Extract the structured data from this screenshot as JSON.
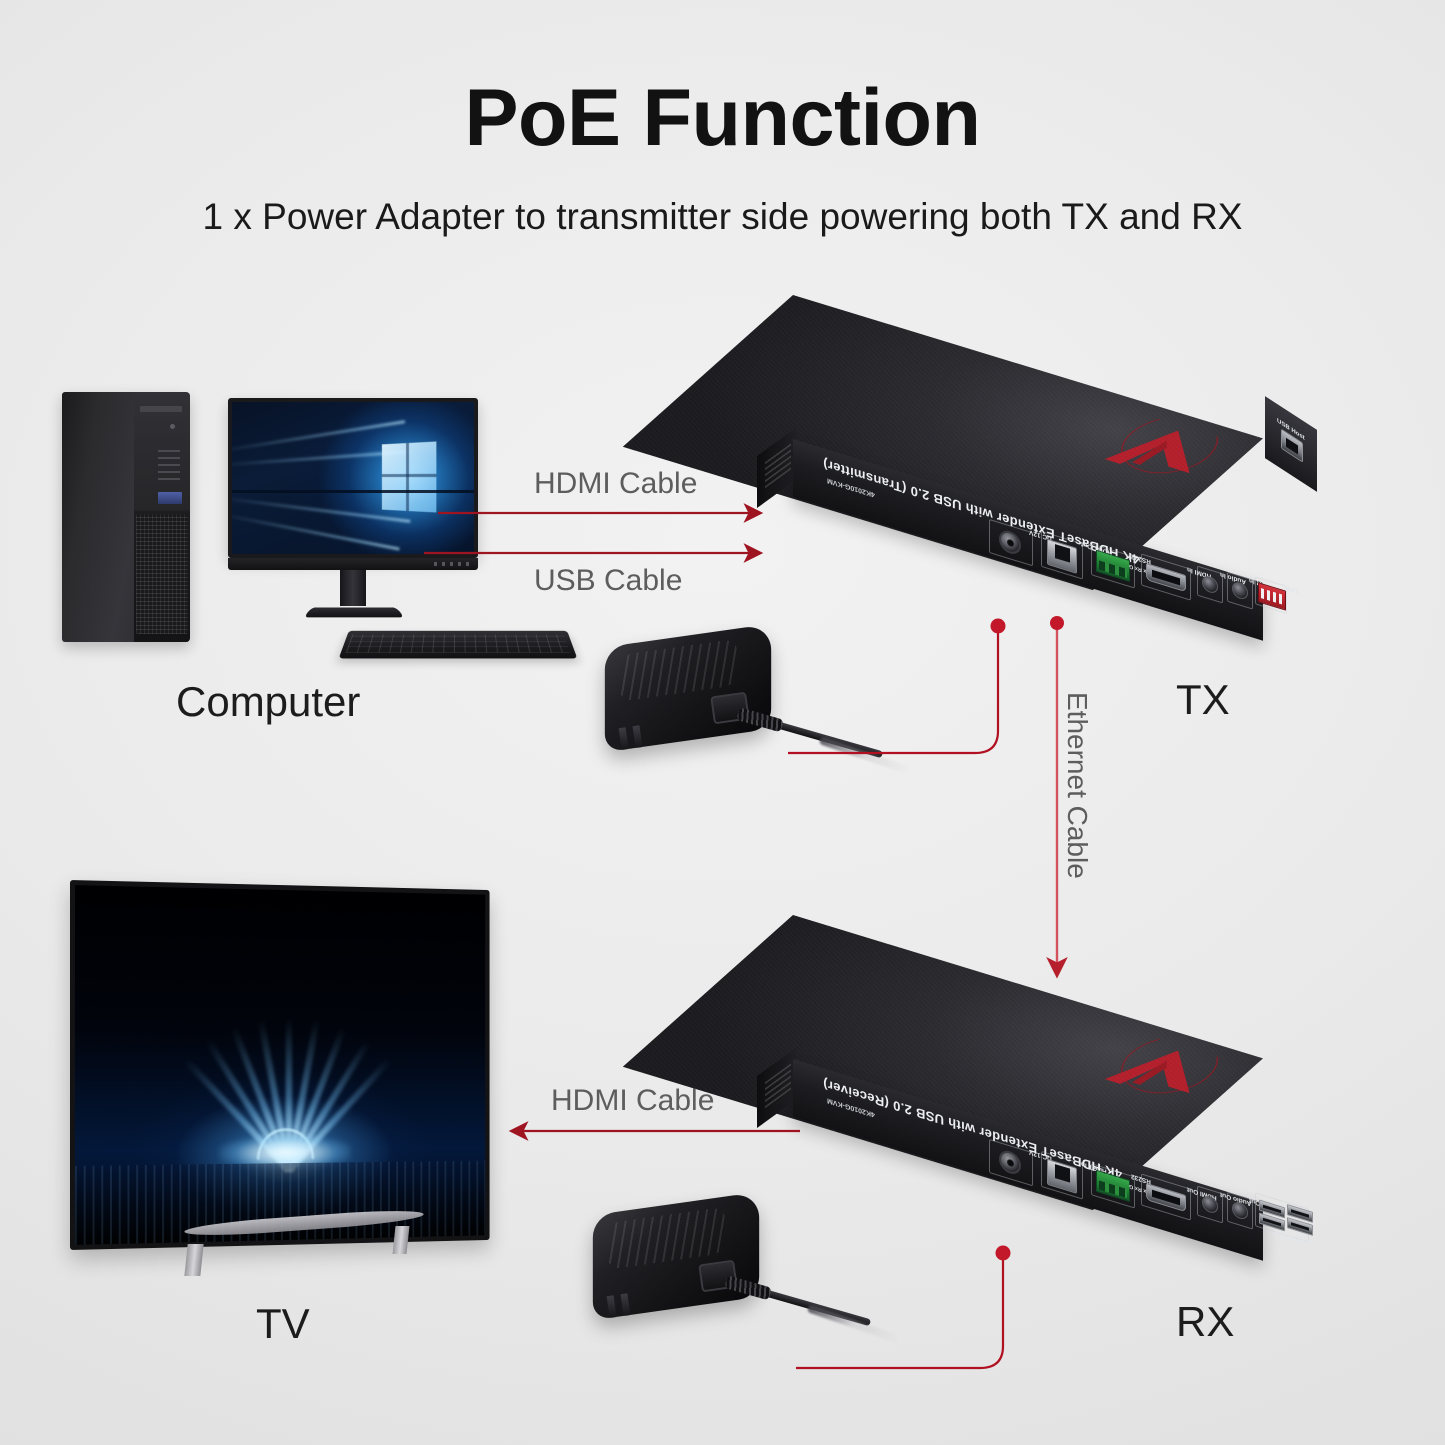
{
  "header": {
    "title": "PoE Function",
    "subtitle": "1 x Power Adapter to transmitter side powering both TX and RX"
  },
  "colors": {
    "background": "#e8e8e8",
    "accent_red": "#b01020",
    "wire_red": "#c2182a",
    "label_gray": "#5d5d5d",
    "text_black": "#121212",
    "device_black": "#1c1c20",
    "logo_red": "#b5202c",
    "screen_blue": "#1e8ad6"
  },
  "captions": {
    "computer": "Computer",
    "tv": "TV",
    "tx": "TX",
    "rx": "RX"
  },
  "cables": [
    {
      "id": "hdmi-top",
      "label": "HDMI Cable",
      "direction": "right"
    },
    {
      "id": "usb-top",
      "label": "USB Cable",
      "direction": "right"
    },
    {
      "id": "ethernet",
      "label": "Ethernet Cable",
      "direction": "down"
    },
    {
      "id": "hdmi-bottom",
      "label": "HDMI Cable",
      "direction": "left"
    }
  ],
  "devices": {
    "tx": {
      "brand_text": "4K HDBaseT Extender with USB 2.0 (Transmitter)",
      "model_text": "4K2010G-KVM",
      "ports": [
        {
          "name": "dc-jack",
          "label": "DC 12V"
        },
        {
          "name": "rj45",
          "label": "HDBT Out"
        },
        {
          "name": "terminal",
          "label": "RS232"
        },
        {
          "name": "terminal-pins",
          "label": "Tx Rx G"
        },
        {
          "name": "hdmi",
          "label": "HDMI In"
        },
        {
          "name": "audio-in",
          "label": "Audio In"
        },
        {
          "name": "ir-in",
          "label": "IR In"
        },
        {
          "name": "dip",
          "label": "EDID"
        },
        {
          "name": "usb-host",
          "label": "USB Host"
        }
      ]
    },
    "rx": {
      "brand_text": "4K HDBaseT Extender with USB 2.0 (Receiver)",
      "model_text": "4K2010G-KVM",
      "ports": [
        {
          "name": "dc-jack",
          "label": "DC 12V"
        },
        {
          "name": "rj45",
          "label": "HDBT In"
        },
        {
          "name": "terminal",
          "label": "RS232"
        },
        {
          "name": "terminal-pins",
          "label": "Tx Rx G"
        },
        {
          "name": "hdmi",
          "label": "HDMI Out"
        },
        {
          "name": "audio-out",
          "label": "Audio Out"
        },
        {
          "name": "ir-out",
          "label": "IR Out"
        },
        {
          "name": "usb-device",
          "label": "USB Device"
        }
      ]
    }
  },
  "power_adapters": [
    {
      "id": "tx-adapter",
      "connects_to": "tx"
    },
    {
      "id": "rx-adapter",
      "connects_to": "rx"
    }
  ]
}
